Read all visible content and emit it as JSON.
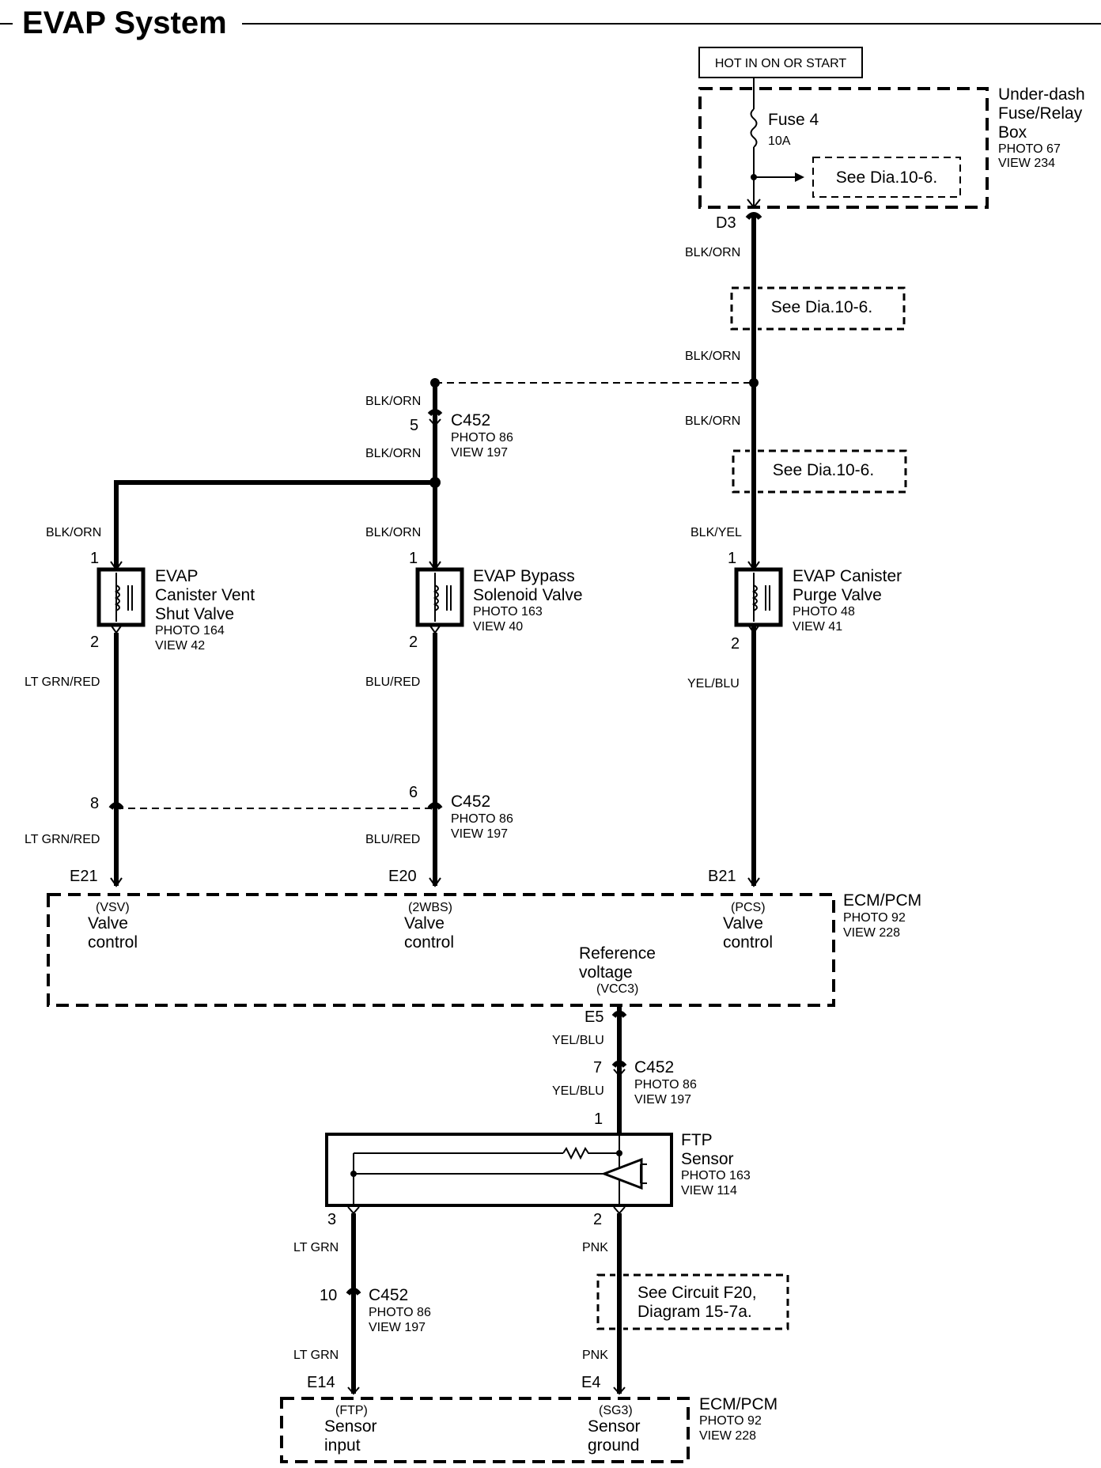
{
  "title": "EVAP System",
  "power": {
    "hot_label": "HOT IN ON OR START",
    "fuse_box": [
      "Under-dash",
      "Fuse/Relay",
      "Box"
    ],
    "fuse_box_photo": "PHOTO 67",
    "fuse_box_view": "VIEW 234",
    "fuse_name": "Fuse 4",
    "fuse_rating": "10A",
    "see_dia": "See Dia.10-6.",
    "terminal": "D3"
  },
  "wires": {
    "blk_orn": "BLK/ORN",
    "blk_yel": "BLK/YEL",
    "lt_grn_red": "LT GRN/RED",
    "blu_red": "BLU/RED",
    "yel_blu": "YEL/BLU",
    "lt_grn": "LT GRN",
    "pnk": "PNK"
  },
  "connector": {
    "name": "C452",
    "photo": "PHOTO 86",
    "view": "VIEW 197",
    "pins": {
      "p5": "5",
      "p6": "6",
      "p8": "8",
      "p7": "7",
      "p10": "10"
    }
  },
  "valves": [
    {
      "lines": [
        "EVAP",
        "Canister Vent",
        "Shut Valve"
      ],
      "photo": "PHOTO 164",
      "view": "VIEW 42",
      "pin_top": "1",
      "pin_bottom": "2"
    },
    {
      "lines": [
        "EVAP Bypass",
        "Solenoid Valve"
      ],
      "photo": "PHOTO 163",
      "view": "VIEW 40",
      "pin_top": "1",
      "pin_bottom": "2"
    },
    {
      "lines": [
        "EVAP Canister",
        "Purge Valve"
      ],
      "photo": "PHOTO 48",
      "view": "VIEW 41",
      "pin_top": "1",
      "pin_bottom": "2"
    }
  ],
  "ecm_upper": {
    "name": "ECM/PCM",
    "photo": "PHOTO 92",
    "view": "VIEW 228",
    "terminals": [
      "E21",
      "E20",
      "B21",
      "E5"
    ],
    "signals": [
      {
        "code": "(VSV)",
        "lines": [
          "Valve",
          "control"
        ]
      },
      {
        "code": "(2WBS)",
        "lines": [
          "Valve",
          "control"
        ]
      },
      {
        "code": "(PCS)",
        "lines": [
          "Valve",
          "control"
        ]
      }
    ],
    "ref_lines": [
      "Reference",
      "voltage"
    ],
    "ref_code": "(VCC3)"
  },
  "ftp": {
    "lines": [
      "FTP",
      "Sensor"
    ],
    "photo": "PHOTO 163",
    "view": "VIEW 114",
    "pins": [
      "1",
      "3",
      "2"
    ]
  },
  "see_circuit": [
    "See Circuit F20,",
    "Diagram 15-7a."
  ],
  "ecm_lower": {
    "name": "ECM/PCM",
    "photo": "PHOTO 92",
    "view": "VIEW 228",
    "terminals": [
      "E14",
      "E4"
    ],
    "signals": [
      {
        "code": "(FTP)",
        "lines": [
          "Sensor",
          "input"
        ]
      },
      {
        "code": "(SG3)",
        "lines": [
          "Sensor",
          "ground"
        ]
      }
    ]
  }
}
